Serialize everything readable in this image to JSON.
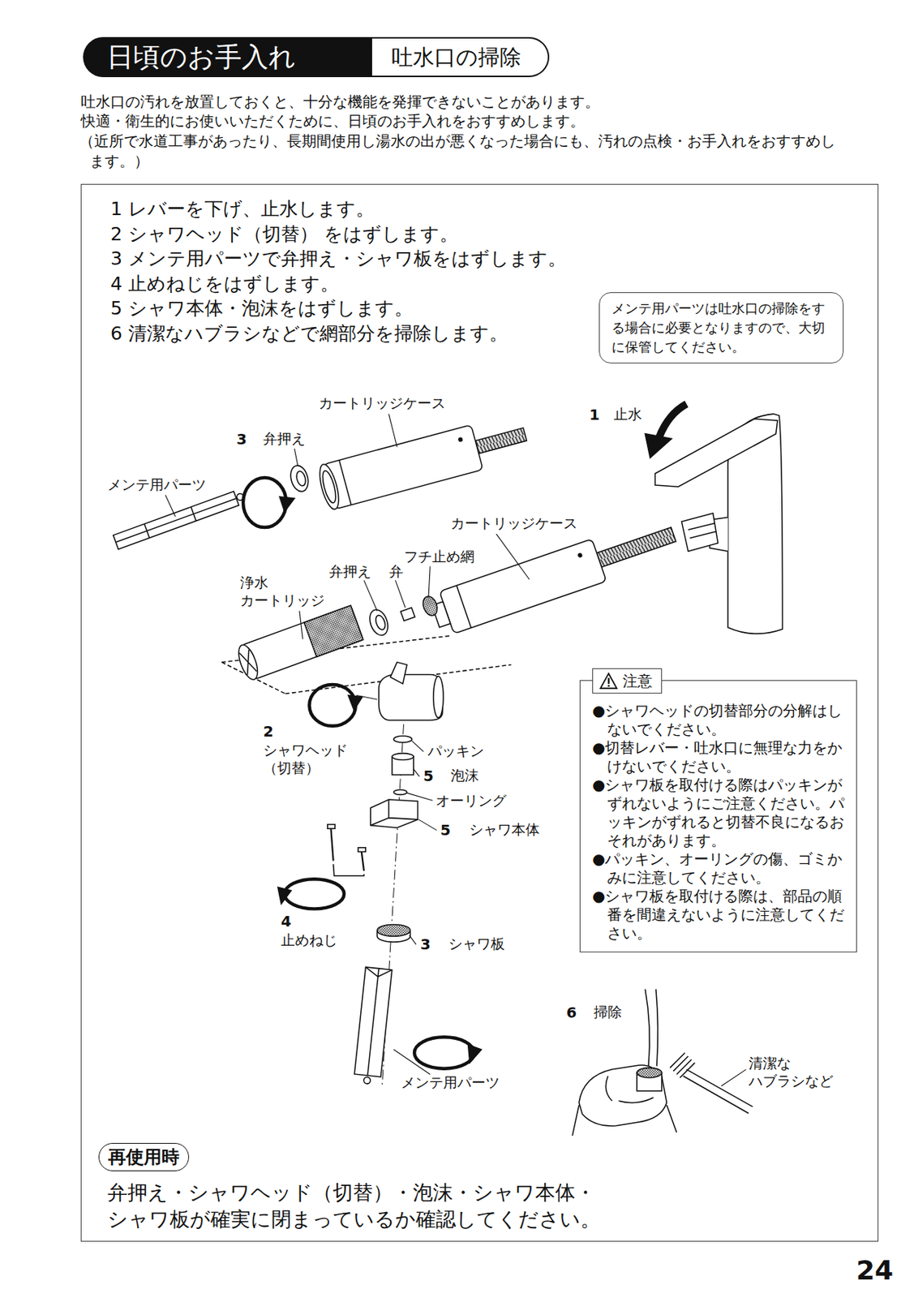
{
  "diagram": {
    "title": "日頃のお手入れ",
    "nodes": [
      {
        "text": [
          "吐水口の掃除"
        ]
      },
      {
        "text": [
          "1 レバーを下げ、止水します。",
          "2 シャワヘッド（切替） をはずします。",
          "3 メンテ用パーツで弁押え・シャワ板をはずします。",
          "4 止めねじをはずします。",
          "5 シャワ本体・泡沫をはずします。",
          "6 清潔なハブラシなどで網部分を掃除します。"
        ]
      },
      {
        "text": [
          "メンテ用パーツは吐水口の掃除をする場合に必要となりますので、大切に保管してください。"
        ],
        "in": 1
      },
      {
        "text": [
          "注意",
          "●シャワヘッドの切替部分の分解はしないでください。",
          "●切替レバー・吐水口に無理な力をかけないでください。",
          "●シャワ板を取付ける際はパッキンがずれないようにご注意ください。パッキンがずれると切替不良になるおそれがあります。",
          "●パッキン、オーリングの傷、ゴミかみに注意してください。",
          "●シャワ板を取付ける際は、部品の順番を間違えないように注意してください。"
        ],
        "in": 1
      },
      {
        "text": [
          "再使用時"
        ],
        "in": 1
      }
    ],
    "labels": [
      "吐水口の汚れを放置しておくと、十分な機能を発揮できないことがあります。",
      "快適・衛生的にお使いいただくために、日頃のお手入れをおすすめします。",
      "（近所で水道工事があったり、長期間使用し湯水の出が悪くなった場合にも、汚れの点検・お手入れをおすすめします。）",
      "カートリッジケース",
      "3",
      "弁押え",
      "メンテ用パーツ",
      "1",
      "止水",
      "カートリッジケース",
      "フチ止め網",
      "浄水 カートリッジ",
      "弁押え",
      "弁",
      "2",
      "シャワヘッド （切替）",
      "パッキン",
      "5",
      "泡沫",
      "オーリング",
      "5",
      "シャワ本体",
      "4",
      "止めねじ",
      "3",
      "シャワ板",
      "メンテ用パーツ",
      "6",
      "掃除",
      "清潔な ハブラシなど",
      "弁押え・シャワヘッド（切替）・泡沫・シャワ本体・シャワ板が確実に閉まっているか確認してください。",
      "24"
    ]
  }
}
